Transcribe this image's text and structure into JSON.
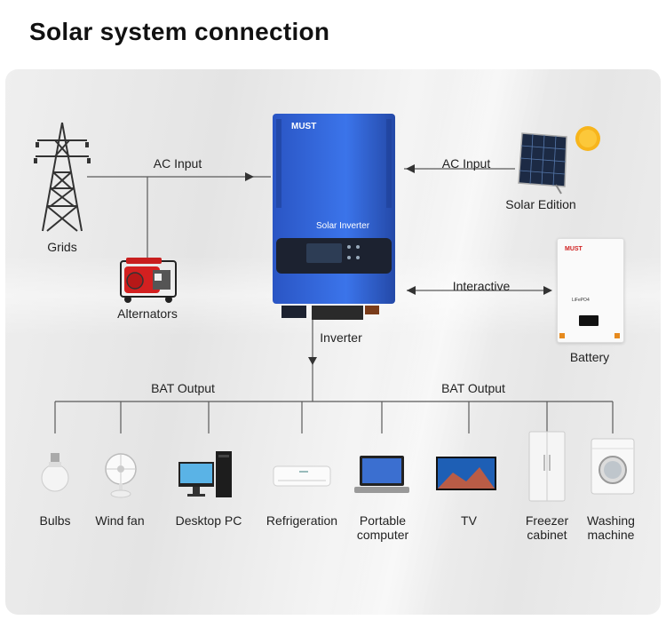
{
  "title": "Solar system connection",
  "sources": {
    "grids": "Grids",
    "alternators": "Alternators",
    "solar": "Solar Edition",
    "battery": "Battery"
  },
  "connections": {
    "ac_input_left": "AC Input",
    "ac_input_right": "AC Input",
    "interactive": "Interactive",
    "inverter": "Inverter",
    "bat_output_left": "BAT Output",
    "bat_output_right": "BAT Output"
  },
  "inverter": {
    "brand": "MUST",
    "model_label": "Solar Inverter"
  },
  "battery_unit": {
    "brand": "MUST",
    "chemistry": "LiFePO4"
  },
  "loads": [
    {
      "line1": "Bulbs",
      "line2": ""
    },
    {
      "line1": "Wind fan",
      "line2": ""
    },
    {
      "line1": "Desktop PC",
      "line2": ""
    },
    {
      "line1": "Refrigeration",
      "line2": ""
    },
    {
      "line1": "Portable",
      "line2": "computer"
    },
    {
      "line1": "TV",
      "line2": ""
    },
    {
      "line1": "Freezer",
      "line2": "cabinet"
    },
    {
      "line1": "Washing",
      "line2": "machine"
    }
  ],
  "colors": {
    "inverter_blue": "#2f62d8",
    "inverter_dark": "#1b2230",
    "line": "#555555",
    "sun": "#f7b51c"
  }
}
